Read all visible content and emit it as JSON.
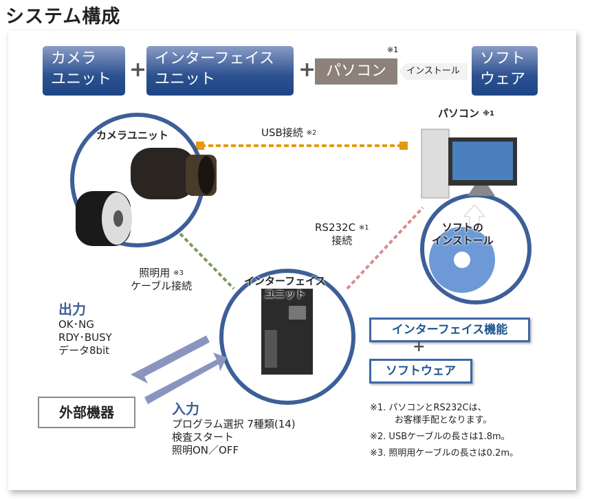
{
  "title": "システム構成",
  "top_row": {
    "camera_unit": [
      "カメラ",
      "ユニット"
    ],
    "interface_unit": [
      "インターフェイス",
      "ユニット"
    ],
    "plus": "+",
    "pc": "パソコン",
    "pc_note": "※1",
    "install": "インストール",
    "software": [
      "ソフト",
      "ウェア"
    ]
  },
  "diagram": {
    "camera_label": "カメラユニット",
    "usb_label": "USB接続",
    "usb_note": "※2",
    "pc_label": "パソコン",
    "pc_note": "※1",
    "software_install": [
      "ソフトの",
      "インストール"
    ],
    "rs232c_label": "RS232C",
    "rs232c_note": "※1",
    "rs232c_label2": "接続",
    "light_label": "照明用",
    "light_note": "※3",
    "light_label2": "ケーブル接続",
    "interface_label": [
      "インターフェイス",
      "ユニット"
    ],
    "output_title": "出力",
    "output_items": [
      "OK･NG",
      "RDY･BUSY",
      "データ8bit"
    ],
    "external_device": "外部機器",
    "input_title": "入力",
    "input_items": [
      "プログラム選択 7種類(14)",
      "検査スタート",
      "照明ON／OFF"
    ],
    "interface_function": "インターフェイス機能",
    "plus": "+",
    "software": "ソフトウェア"
  },
  "notes": [
    "※1. パソコンとRS232Cは、",
    "お客様手配となります。",
    "※2. USBケーブルの長さは1.8m。",
    "※3. 照明用ケーブルの長さは0.2m。"
  ],
  "colors": {
    "blue": "#2c5190",
    "usb": "#e39a10",
    "light": "#7a9a5a",
    "rs232c": "#d98a8a",
    "arrow": "#8a95bf"
  }
}
